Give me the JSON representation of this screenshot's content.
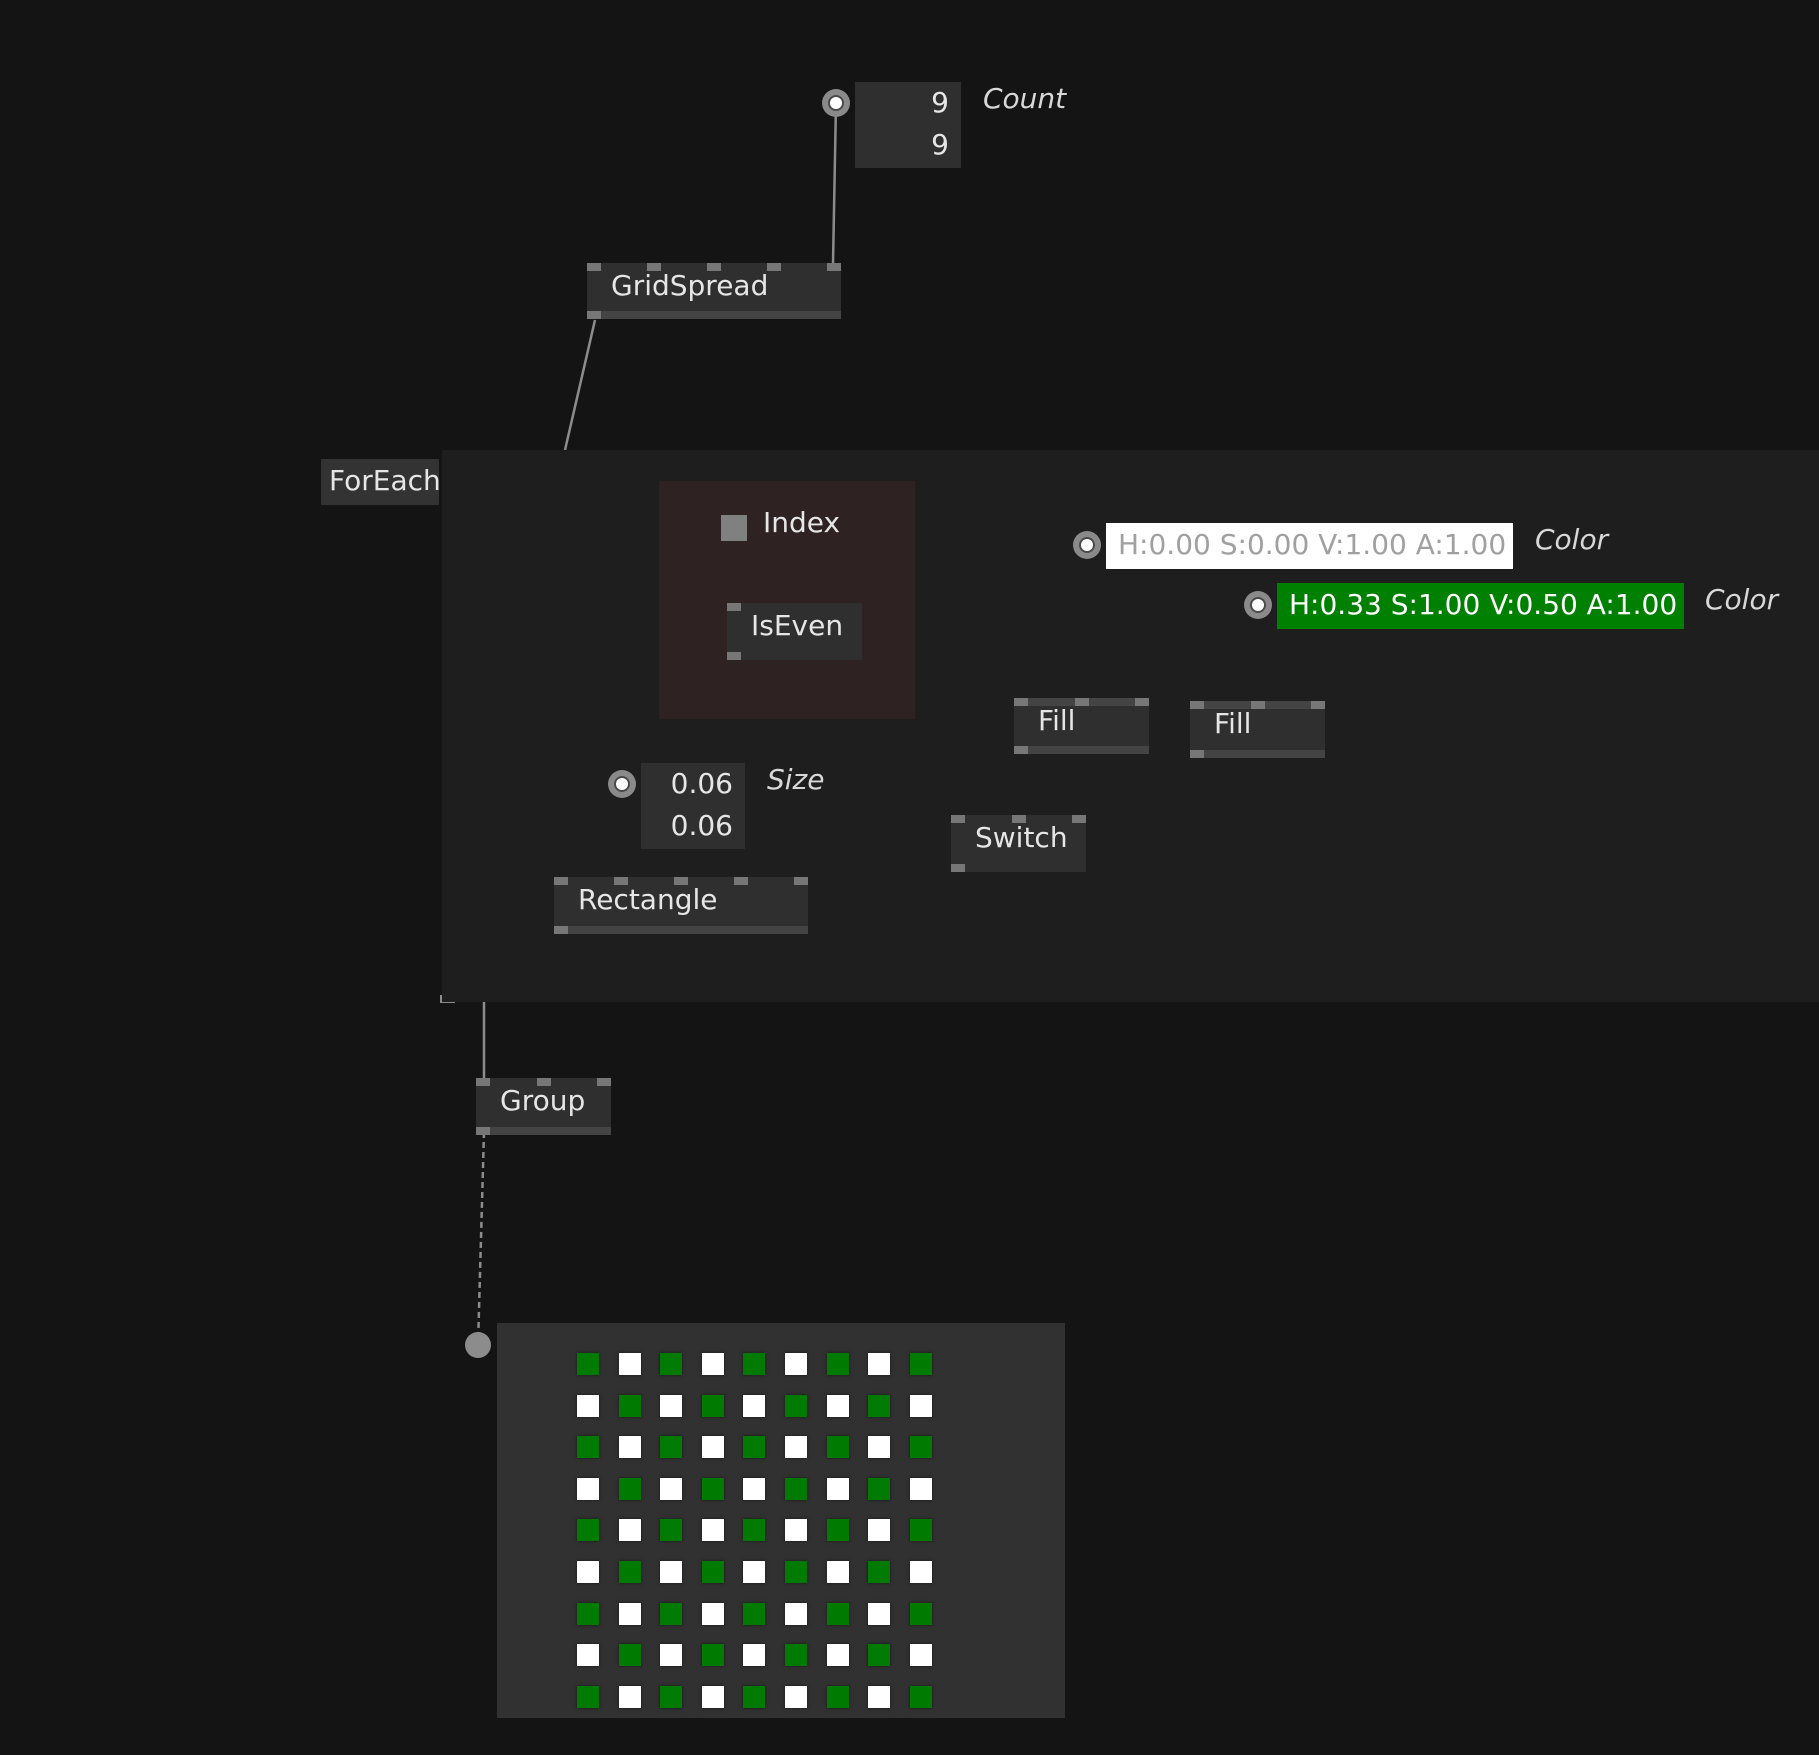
{
  "nodes": {
    "gridspread": "GridSpread",
    "iseven": "IsEven",
    "fill1": "Fill",
    "fill2": "Fill",
    "switch": "Switch",
    "rectangle": "Rectangle",
    "group": "Group"
  },
  "region": {
    "foreach_label": "ForEach",
    "index_label": "Index"
  },
  "count": {
    "label": "Count",
    "x": "9",
    "y": "9"
  },
  "size": {
    "label": "Size",
    "x": "0.06",
    "y": "0.06"
  },
  "color1": {
    "label": "Color",
    "value": "H:0.00 S:0.00 V:1.00 A:1.00",
    "background": "#ffffff",
    "text_color": "#a0a0a0"
  },
  "color2": {
    "label": "Color",
    "value": "H:0.33 S:1.00 V:0.50 A:1.00",
    "background": "#008000",
    "text_color": "#ffffff"
  },
  "renderer": {
    "columns": 9,
    "rows": 9,
    "color_a": "#007a00",
    "color_b": "#ffffff"
  }
}
